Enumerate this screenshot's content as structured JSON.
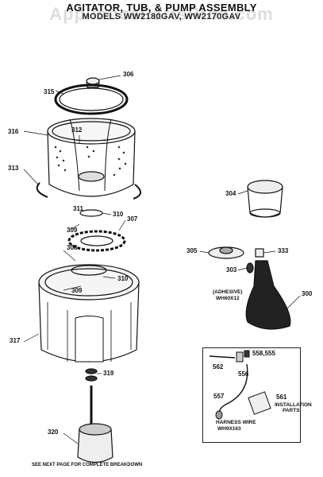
{
  "title": {
    "line1": "AGITATOR, TUB, & PUMP ASSEMBLY",
    "line2": "MODELS WW2180GAV, WW2170GAV"
  },
  "watermark": "AppliancePartsPros.com",
  "callouts": {
    "p306": "306",
    "p315": "315",
    "p316": "316",
    "p312": "312",
    "p313": "313",
    "p304": "304",
    "p311": "311",
    "p310a": "310",
    "p309a": "309",
    "p307": "307",
    "p308": "308",
    "p310b": "310",
    "p309b": "309",
    "p305": "305",
    "p333": "333",
    "p303": "303",
    "p300": "300",
    "p317": "317",
    "p319": "319",
    "p320": "320",
    "p562": "562",
    "p556": "556",
    "p558": "558,555",
    "p557": "557",
    "p561": "561"
  },
  "notes": {
    "adhesive": "(ADHESIVE)",
    "adhesive_part": "WH60X12",
    "harness": "HARNESS WIRE",
    "harness_part": "WH9X163",
    "install1": "INSTALLATION",
    "install2": "PARTS",
    "footer": "SEE NEXT PAGE FOR COMPLETE BREAKDOWN"
  }
}
